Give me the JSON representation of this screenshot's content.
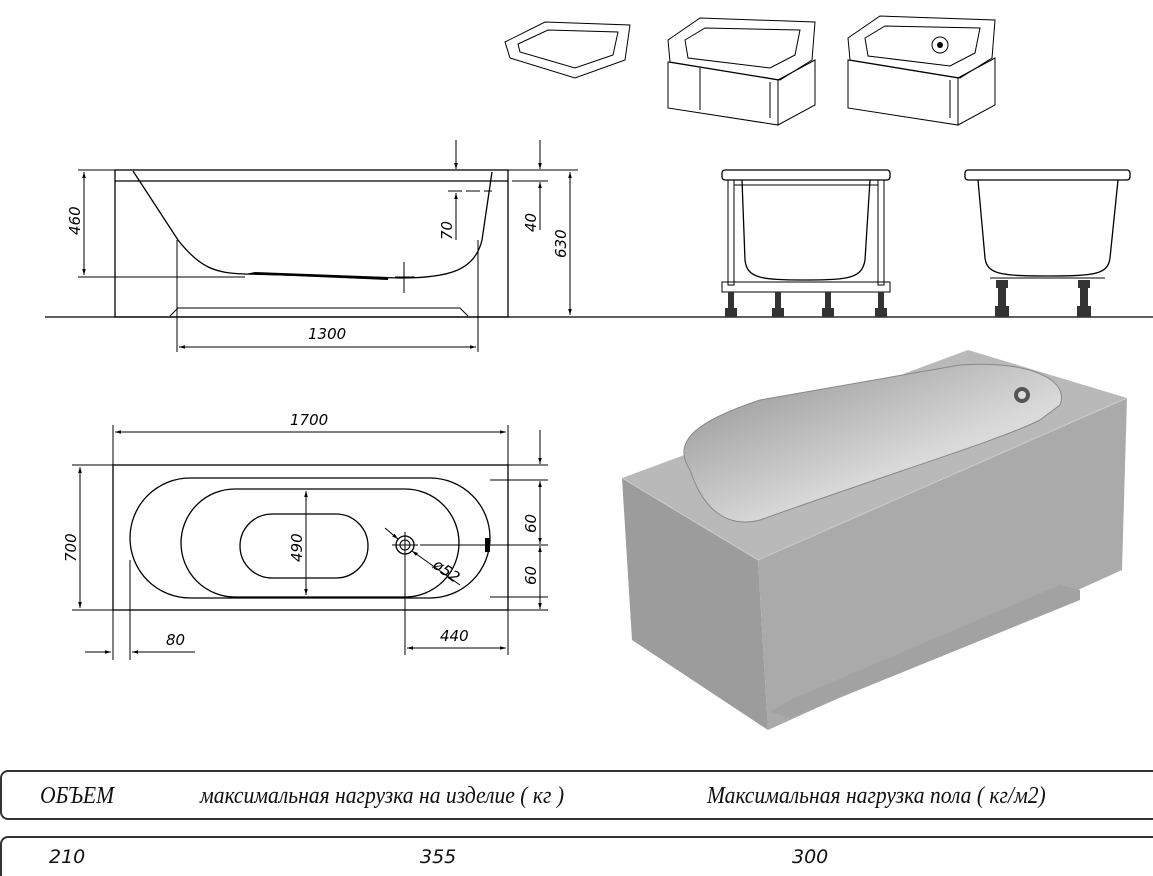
{
  "dimensions": {
    "side_height_inner": "460",
    "rim_offset": "70",
    "rim_thickness": "40",
    "total_height": "630",
    "bottom_length": "1300",
    "length": "1700",
    "width": "700",
    "inner_width": "490",
    "drain_diameter": "ø52",
    "drain_offset_top": "60",
    "drain_offset_bottom": "60",
    "edge_offset": "80",
    "drain_distance": "440"
  },
  "specs_table": {
    "headers": [
      "ОБЪЕМ",
      "максимальная нагрузка на изделие ( кг )",
      "Максимальная нагрузка пола ( кг/м2)"
    ],
    "values": [
      "210",
      "355",
      "300"
    ]
  },
  "colors": {
    "render_gray": "#a9a9a9",
    "line": "#000000"
  }
}
